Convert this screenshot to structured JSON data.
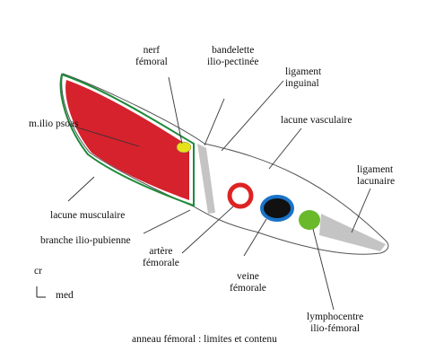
{
  "labels": {
    "nerf_femoral": "nerf\nfémoral",
    "bandelette": "bandelette\nilio-pectinée",
    "ligament_inguinal": "ligament\ninguinal",
    "lacune_vasculaire": "lacune vasculaire",
    "m_ilio_psoas": "m.ilio psoas",
    "ligament_lacunaire": "ligament\nlacunaire",
    "lacune_musculaire": "lacune musculaire",
    "branche_ilio_pubienne": "branche ilio-pubienne",
    "artere_femorale": "artère\nfémorale",
    "veine_femorale": "veine\nfémorale",
    "lymphocentre": "lymphocentre\nilio-fémoral",
    "orient_cr": "cr",
    "orient_med": "med",
    "caption": "anneau fémoral : limites et contenu"
  },
  "colors": {
    "muscle_fill": "#d5222d",
    "muscle_border": "#1f8a3a",
    "nerve_fill": "#e6e21a",
    "artery_ring": "#dd2323",
    "vein_ring": "#1a73c9",
    "vein_fill": "#111111",
    "lymph_fill": "#69b92b",
    "ligament_fill": "#c4c4c4",
    "outline": "#555555"
  }
}
